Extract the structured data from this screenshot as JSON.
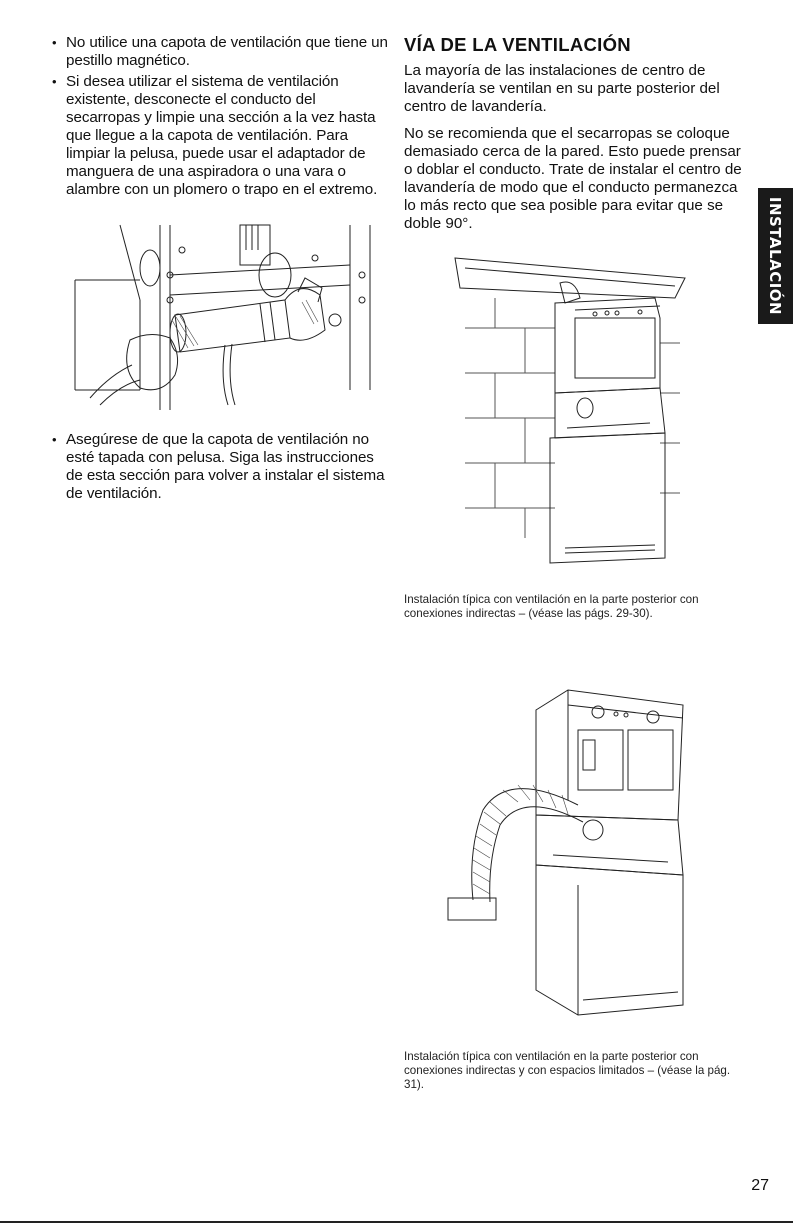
{
  "left_column": {
    "bullets_top": [
      "No utilice una capota de ventilación que tiene un pestillo magnético.",
      "Si desea utilizar el sistema de ventilación existente, desconecte el conducto del secarropas y limpie una sección a la vez hasta que llegue a la capota de ventilación. Para limpiar la pelusa, puede usar el adaptador de manguera de una aspiradora o una vara o alambre con un plomero o trapo en el extremo."
    ],
    "bullet_bottom": "Asegúrese de que la capota de ventilación no esté tapada con pelusa. Siga las instrucciones de esta sección para volver a instalar el sistema de ventilación."
  },
  "right_column": {
    "heading": "VÍA DE LA VENTILACIÓN",
    "paragraph_1": "La mayoría de las instalaciones de centro de lavandería se ventilan en su parte posterior del centro de lavandería.",
    "paragraph_2": "No se recomienda que el secarropas se coloque demasiado cerca de la pared. Esto puede prensar o doblar el conducto. Trate de instalar el centro de lavandería de modo que el conducto permanezca lo más recto que sea posible para evitar que se doble 90°."
  },
  "figures": {
    "caption_1": "Instalación típica con ventilación en la parte posterior con conexiones indirectas – (véase las págs. 29-30).",
    "caption_2": "Instalación típica con ventilación en la parte posterior con conexiones indirectas y con espacios limitados – (véase la pág. 31)."
  },
  "side_tab": {
    "label": "INSTALACIÓN",
    "background": "#1a1a1a",
    "color": "#ffffff"
  },
  "page_number": "27"
}
